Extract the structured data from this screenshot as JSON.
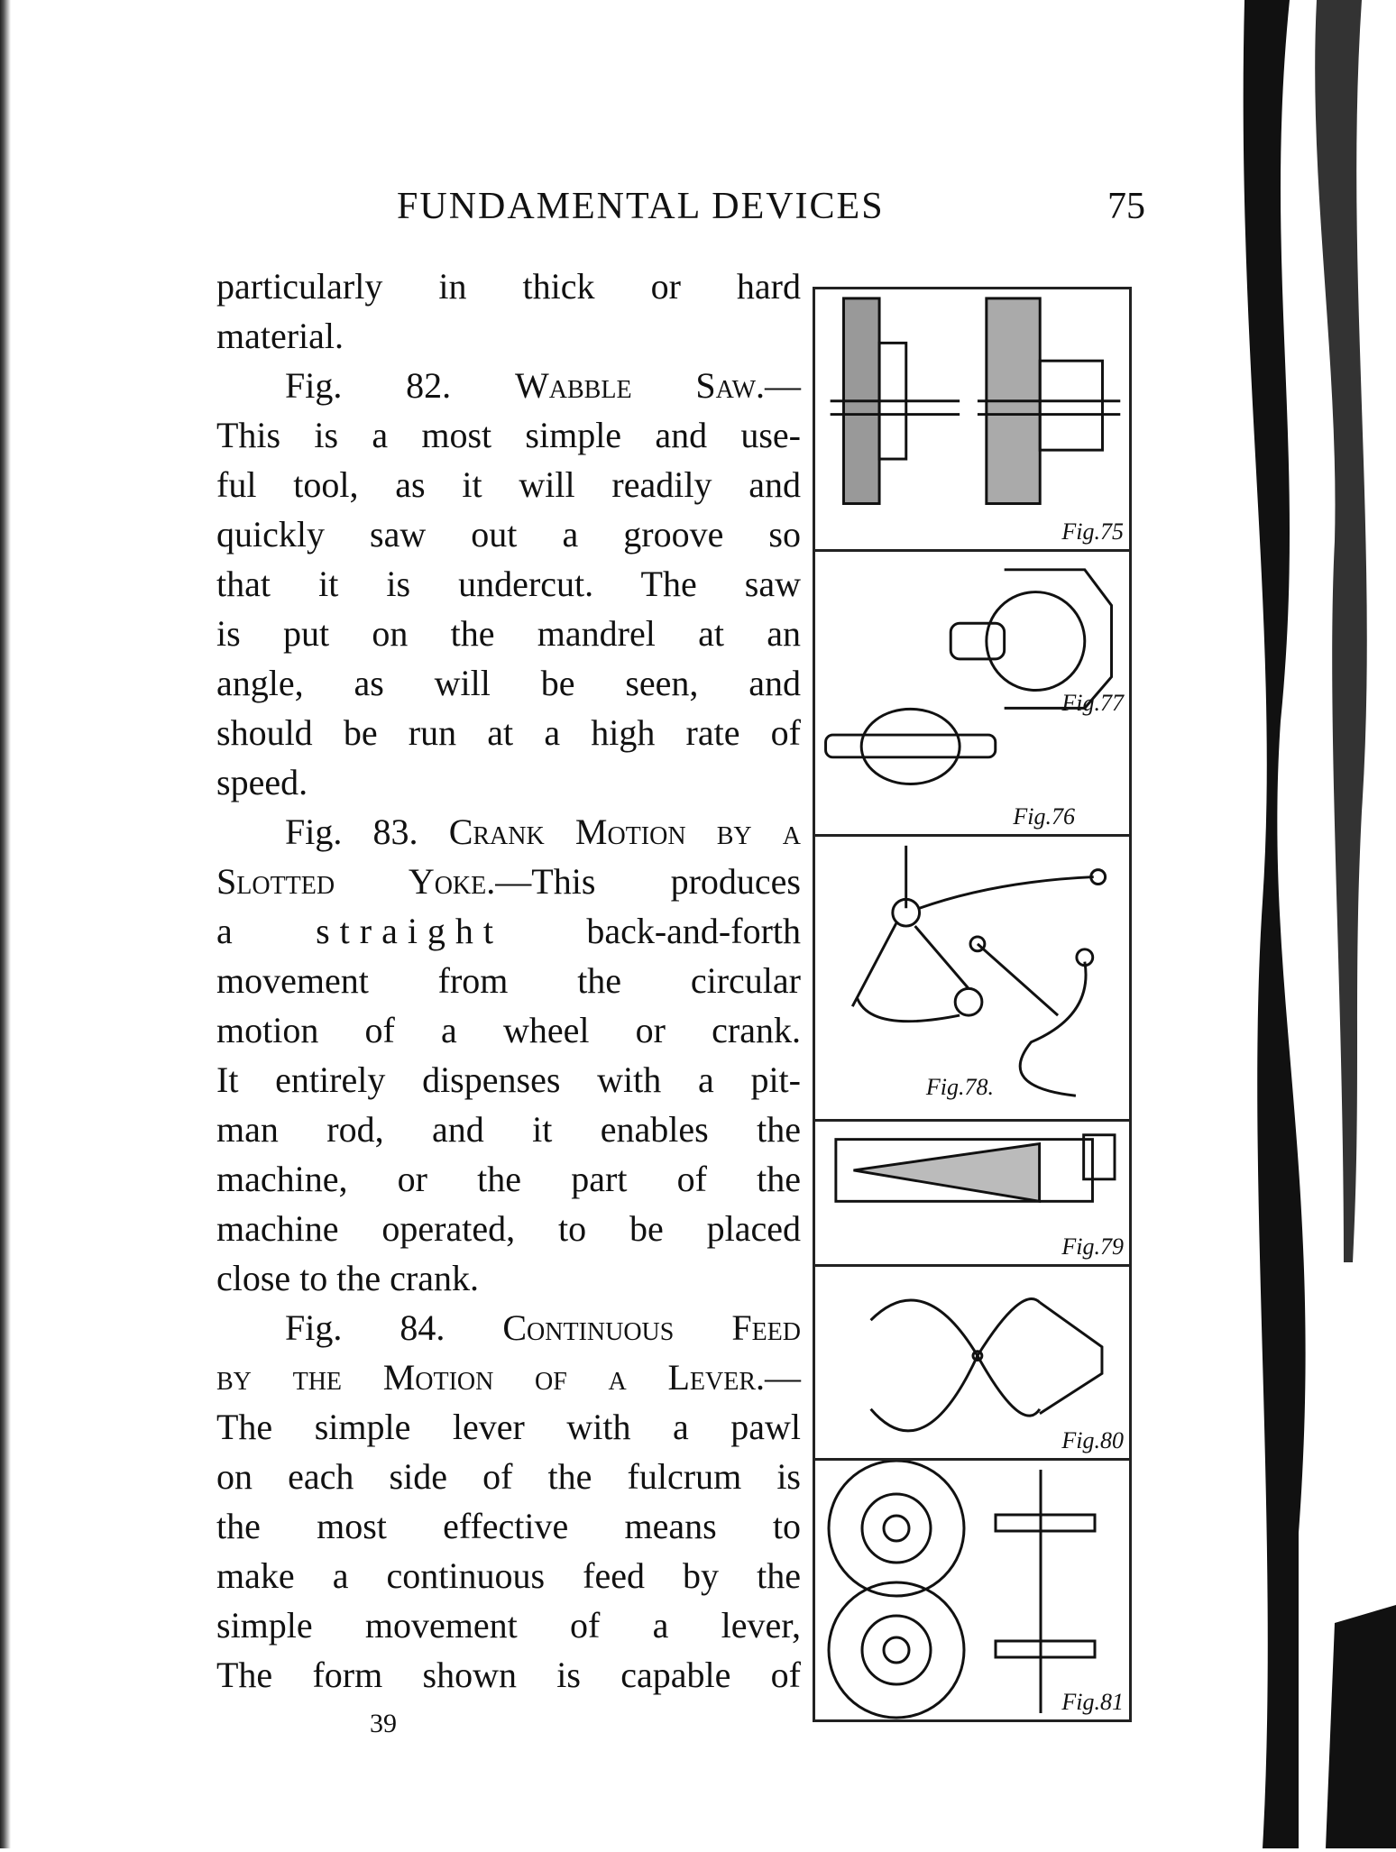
{
  "header": {
    "title": "FUNDAMENTAL DEVICES",
    "page_number": "75"
  },
  "body": {
    "lines": [
      "particularly in thick or hard",
      "material.",
      "Fig. 82.",
      "Wabble Saw.—",
      "This is a most simple and use-",
      "ful tool, as it will readily and",
      "quickly saw out a groove so",
      "that it is undercut. The saw",
      "is put on the mandrel at an",
      "angle, as will be seen, and",
      "should be run at a high rate of",
      "speed.",
      "Fig. 83.",
      "Crank Motion by a",
      "Slotted Yoke.",
      "—This produces",
      "a",
      "straight",
      "back-and-forth",
      "movement from the circular",
      "motion of a wheel or crank.",
      "It entirely dispenses with a pit-",
      "man rod, and it enables the",
      "machine, or the part of the",
      "machine operated, to be placed",
      "close to the crank.",
      "Fig. 84.",
      "Continuous Feed",
      "by the Motion of a Lever.—",
      "The simple lever with a pawl",
      "on each side of the fulcrum is",
      "the most effective means to",
      "make a continuous feed by the",
      "simple movement of a lever,",
      "The form shown is capable of"
    ]
  },
  "figures": {
    "fig75": "Fig.75",
    "fig76": "Fig.76",
    "fig77": "Fig.77",
    "fig78": "Fig.78.",
    "fig79": "Fig.79",
    "fig80": "Fig.80",
    "fig81": "Fig.81"
  },
  "footer": {
    "signature": "39"
  }
}
